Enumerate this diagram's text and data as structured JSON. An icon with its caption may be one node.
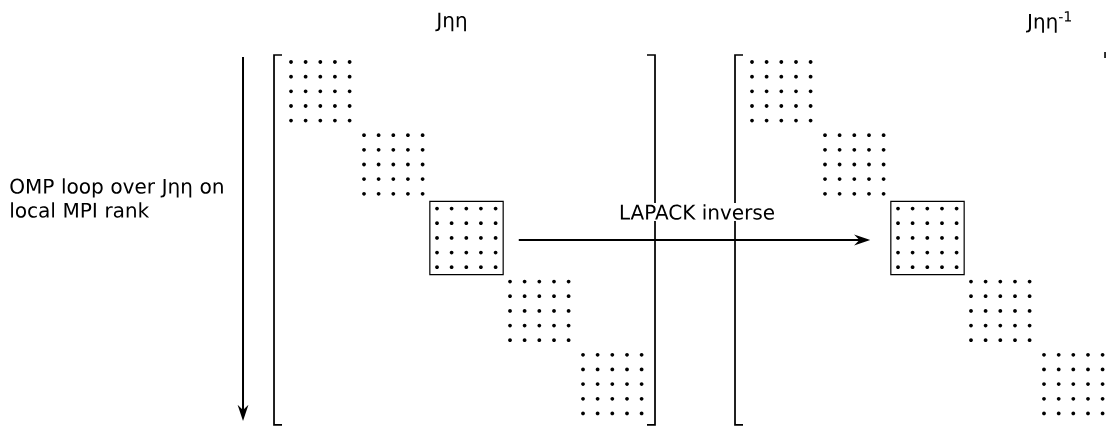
{
  "diagram": {
    "nodes": [
      {
        "text": [],
        "shape": "box"
      },
      {
        "text": [],
        "shape": "box"
      }
    ],
    "edges": [
      {
        "from": 0,
        "to": 1,
        "arrow": "to",
        "label": "LAPACK inverse"
      }
    ],
    "labels": [
      "Jηη",
      "Jηη$^{-1}$",
      "OMP loop over Jηη on local MPI rank"
    ]
  }
}
